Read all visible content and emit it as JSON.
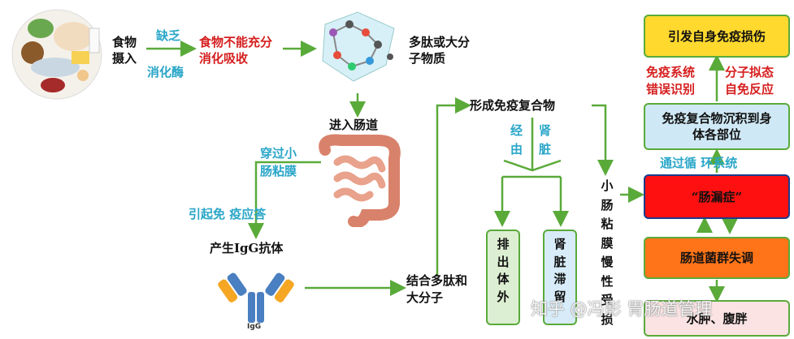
{
  "food_intake": "食物摄入",
  "lack_label": "缺乏",
  "enzyme_label": "消化酶",
  "food_undigested": "食物不能充分消化吸收",
  "polypeptide": "多肽或大分子物质",
  "enter_gut": "进入肠道",
  "through_mucosa": "穿过小肠粘膜",
  "immune_response": "引起免  疫应答",
  "igg_produce": "产生IgG抗体",
  "igg_label": "IgG",
  "bind_label": "结合多肽和大分子",
  "form_complex": "形成免疫复合物",
  "via_kidney_left": "经由",
  "via_kidney_right": "肾脏",
  "excrete": "排出体外",
  "kidney_retain": "肾脏滞留",
  "small_intestine": "小肠粘膜慢性受损",
  "autoimmune": "引发自身免疫损伤",
  "misrecognition_left": "免疫系统错误识别",
  "misrecognition_right": "分子拟态自免反应",
  "deposit": "免疫复合物沉积到身体各部位",
  "circulation": "通过循  环系统",
  "leaky_gut": "“肠漏症”",
  "dysbiosis": "肠道菌群失调",
  "edema": "水肿、腹胖",
  "watermark": "知乎 @冯影 胃肠道管理",
  "colors": {
    "arrow_green": "#5aaa3a",
    "cyan_text": "#2aa6c8",
    "red_text": "#d61f1f",
    "autoimmune_fill": "#ffd92e",
    "deposit_fill": "#cfe8f5",
    "leaky_fill": "#ff1010",
    "dysbiosis_fill": "#ff7418",
    "excrete_fill": "#dcefd2",
    "kidney_fill": "#d7ecf8",
    "edema_fill": "#fbe3e3"
  }
}
